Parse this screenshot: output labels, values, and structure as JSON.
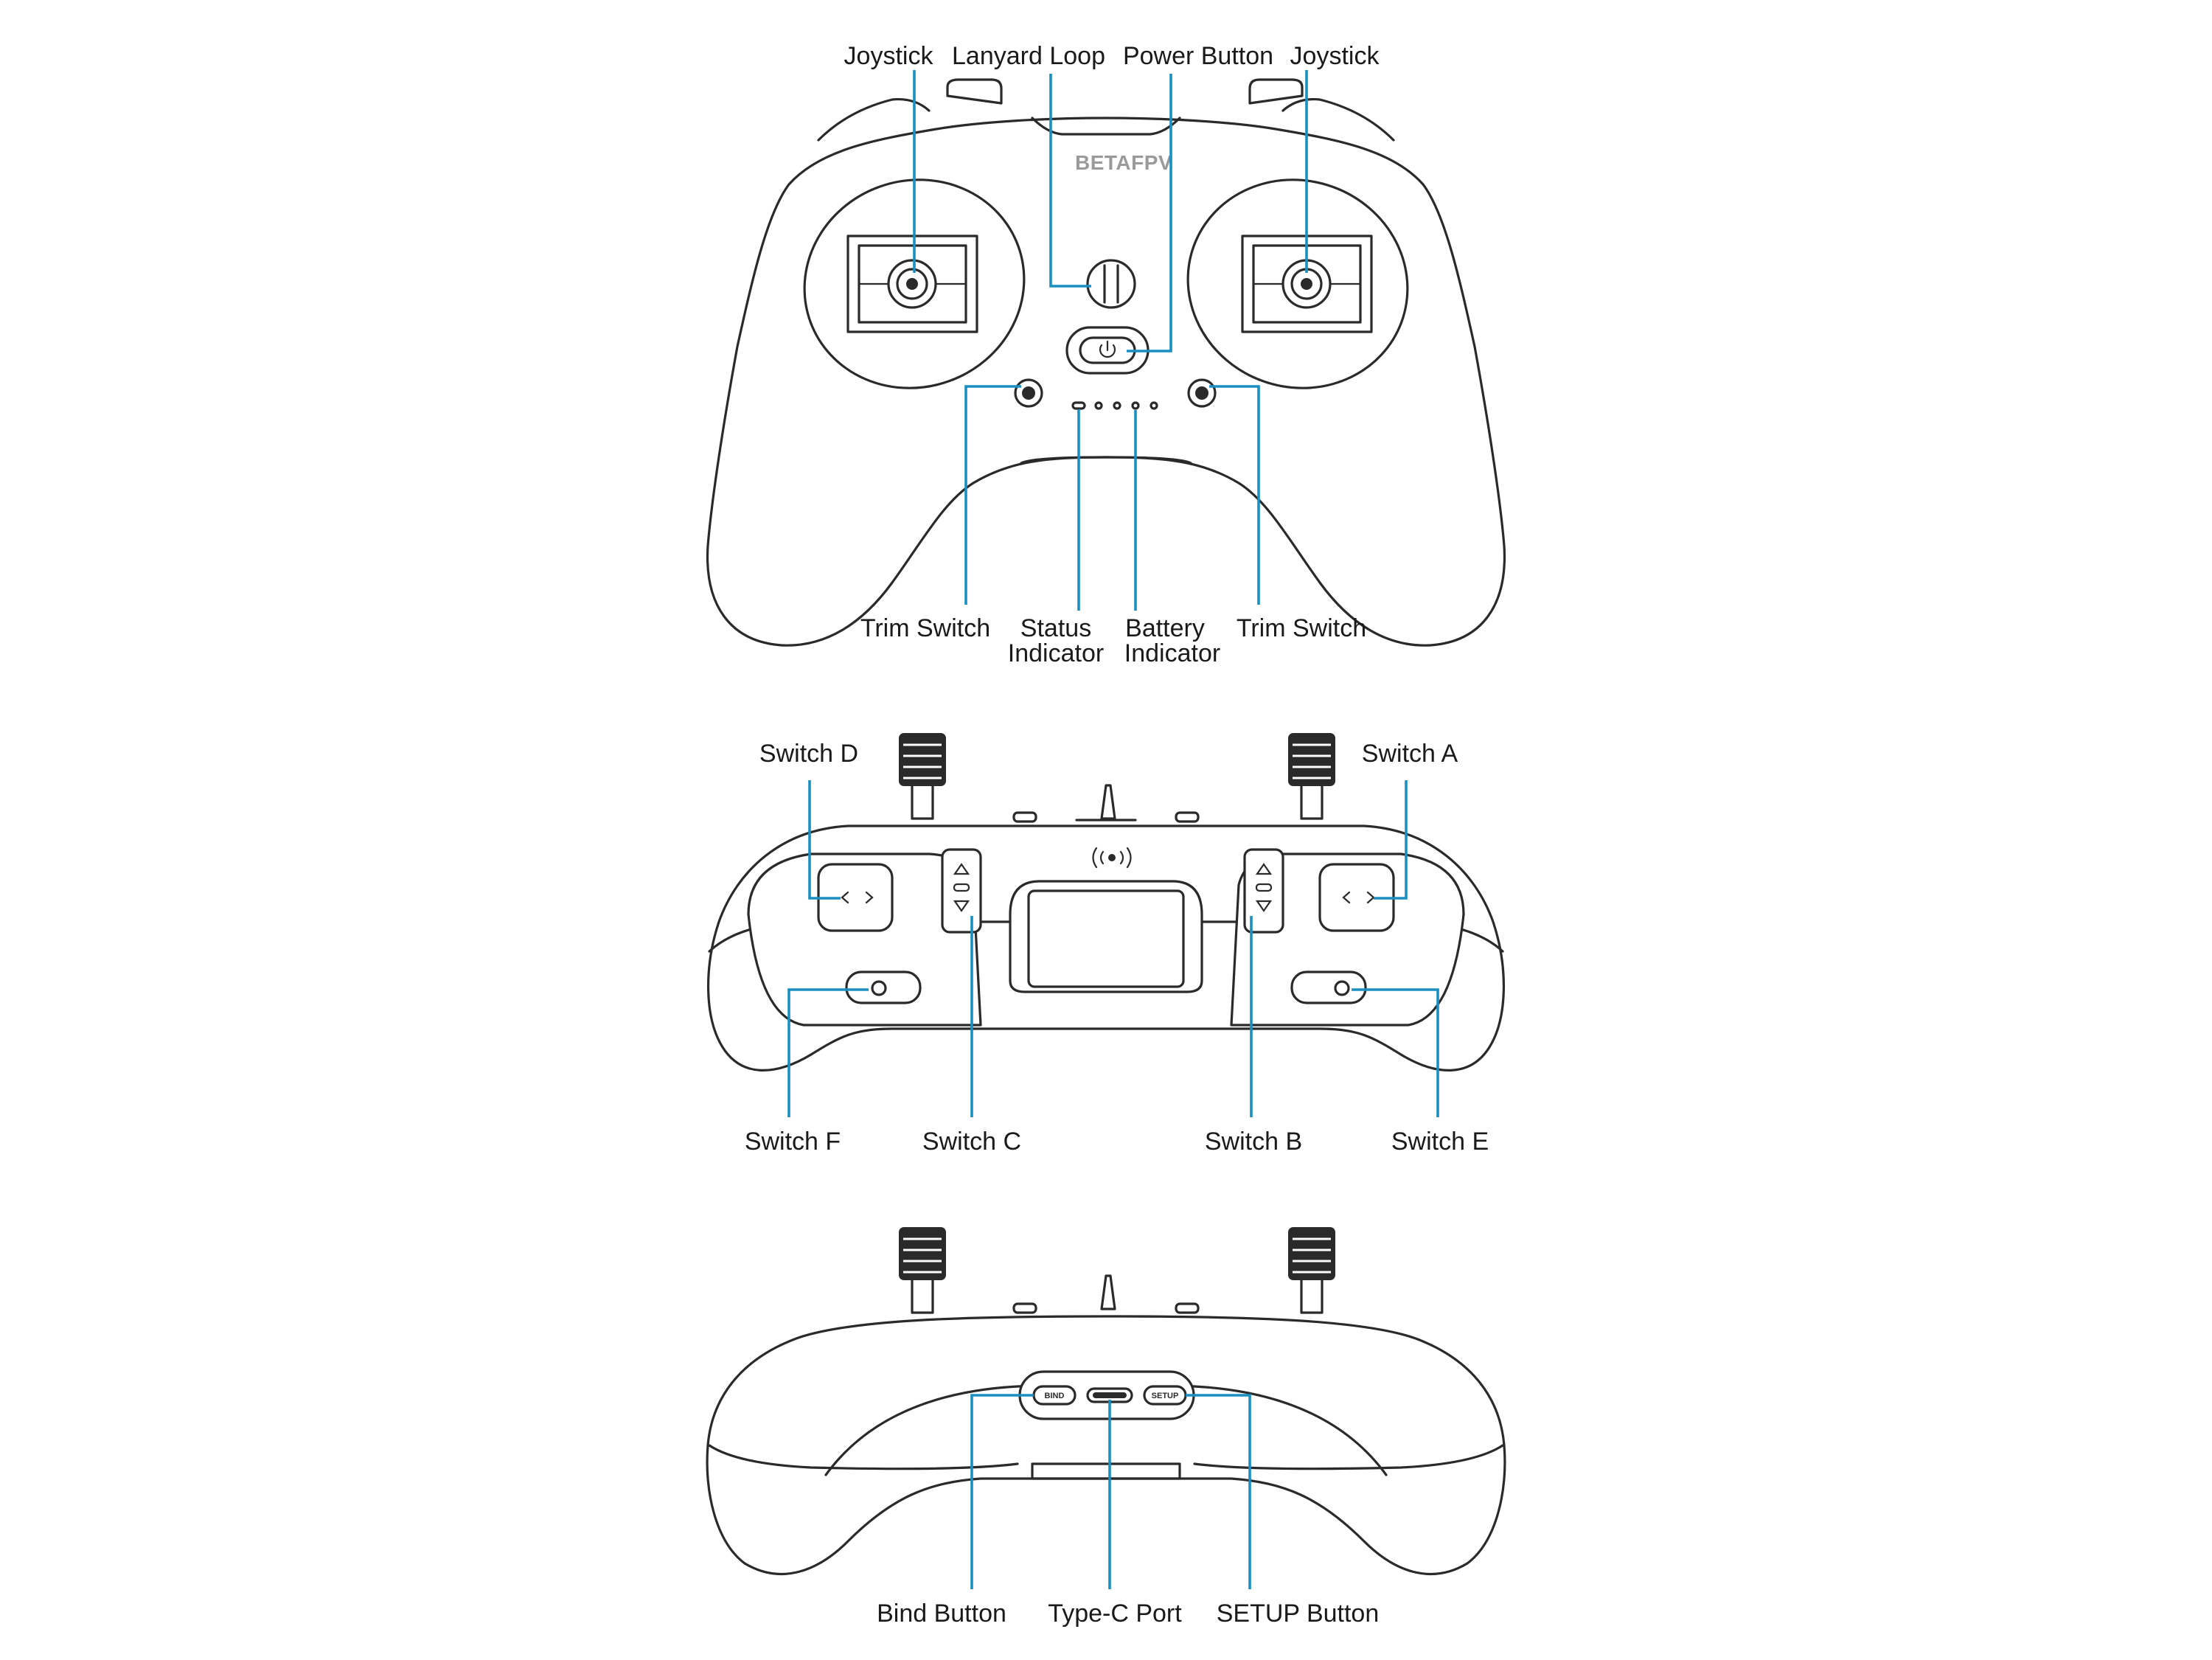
{
  "colors": {
    "leader": "#1a8fc2",
    "ink": "#2a2a2a",
    "logo": "#9a9a9a"
  },
  "brand": {
    "logo_text": "BETAFPV"
  },
  "views": {
    "front": {
      "labels": {
        "joystick_left": "Joystick",
        "lanyard_loop": "Lanyard Loop",
        "power_button": "Power Button",
        "joystick_right": "Joystick",
        "trim_switch_left": "Trim Switch",
        "status_indicator_line1": "Status",
        "status_indicator_line2": "Indicator",
        "battery_indicator_line1": "Battery",
        "battery_indicator_line2": "Indicator",
        "trim_switch_right": "Trim Switch"
      }
    },
    "top": {
      "labels": {
        "switch_d": "Switch D",
        "switch_a": "Switch A",
        "switch_f": "Switch F",
        "switch_c": "Switch C",
        "switch_b": "Switch B",
        "switch_e": "Switch E"
      }
    },
    "bottom": {
      "labels": {
        "bind_button": "Bind Button",
        "type_c_port": "Type-C Port",
        "setup_button": "SETUP Button"
      },
      "port_text": {
        "bind": "BIND",
        "setup": "SETUP"
      }
    }
  }
}
